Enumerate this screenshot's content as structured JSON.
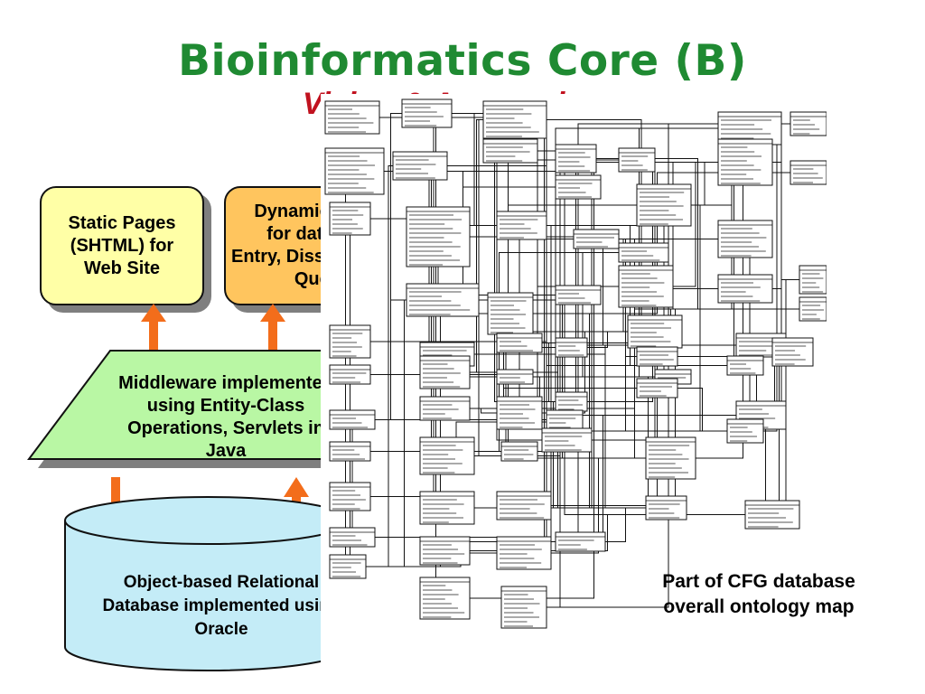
{
  "slide": {
    "title": "Bioinformatics Core (B)",
    "subtitle": "Vision & Approach"
  },
  "diagram": {
    "static_box": "Static Pages\n(SHTML) for\nWeb Site",
    "dynamic_box": "Dynamic pages\nfor database\nEntry, Dissemination\nQuery",
    "middleware": "Middleware implemented\nusing Entity-Class\nOperations, Servlets in\nJava",
    "database": "Object-based Relational\nDatabase implemented using\nOracle"
  },
  "map": {
    "caption": "Part of CFG database\noverall ontology map"
  },
  "colors": {
    "title": "#1f8a32",
    "subtitle": "#c1121f",
    "static_box": "#ffffa6",
    "dynamic_box": "#ffc55e",
    "middleware": "#b9f7a4",
    "database": "#c4ecf7",
    "arrows": "#f36d1b"
  }
}
